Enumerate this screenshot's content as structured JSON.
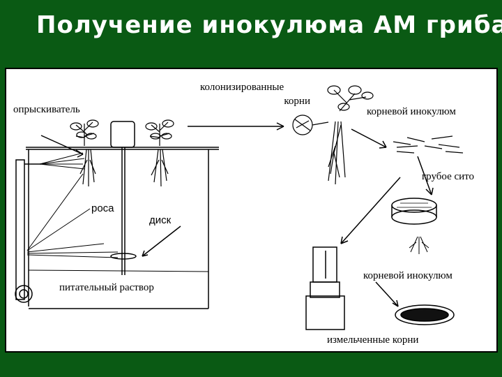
{
  "slide": {
    "title": "Получение инокулюма АМ гриба"
  },
  "labels": {
    "sprayer": "опрыскиватель",
    "dew": "роса",
    "disk": "диск",
    "nutrient_solution": "питательный раствор",
    "colonized_roots_line1": "колонизированные",
    "colonized_roots_line2": "корни",
    "root_inoculum_top": "корневой инокулюм",
    "coarse_sieve": "грубое сито",
    "root_inoculum_bottom": "корневой инокулюм",
    "chopped_roots": "измельченные корни"
  },
  "colors": {
    "background": "#0a5a14",
    "panel": "#ffffff",
    "ink": "#000000",
    "title": "#ffffff"
  }
}
